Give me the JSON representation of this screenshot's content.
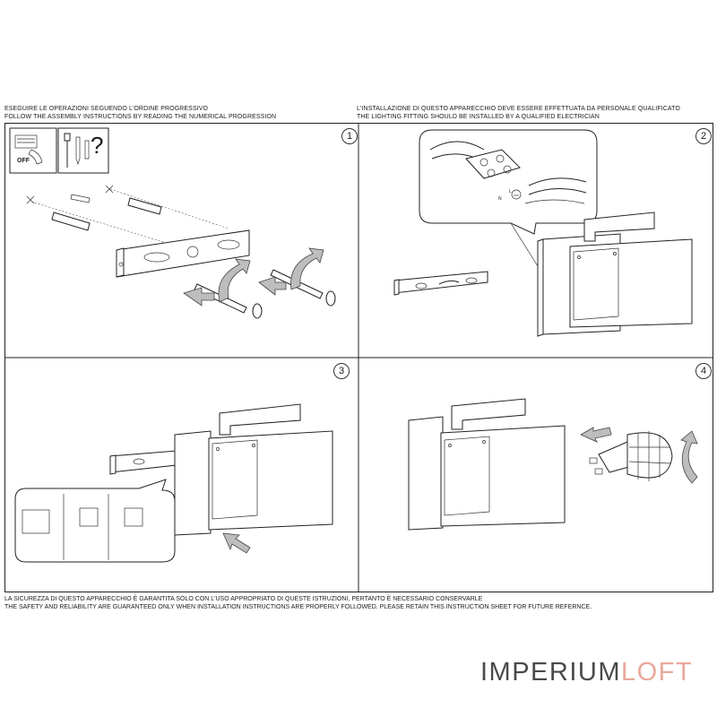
{
  "header": {
    "left": {
      "it": "ESEGUIRE LE OPERAZIONI SEGUENDO L'ORDINE PROGRESSIVO",
      "en": "FOLLOW THE ASSEMBLY INSTRUCTIONS BY READING THE NUMERICAL PROGRESSION"
    },
    "right": {
      "it": "L'INSTALLAZIONE DI QUESTO APPARECCHIO DEVE ESSERE EFFETTUATA DA PERSONALE QUALIFICATO",
      "en": "THE LIGHTING FITTING SHOULD BE INSTALLED BY A QUALIFIED ELECTRICIAN"
    }
  },
  "steps": [
    {
      "number": "1"
    },
    {
      "number": "2"
    },
    {
      "number": "3"
    },
    {
      "number": "4"
    }
  ],
  "step1": {
    "off_label": "OFF",
    "tools_symbol": "?"
  },
  "step2": {
    "terminal_symbols": [
      "L",
      "N"
    ]
  },
  "footer": {
    "it": "LA SICUREZZA DI QUESTO APPARECCHIO È GARANTITA SOLO CON L'USO APPROPRIATO DI QUESTE ISTRUZIONI, PERTANTO È NECESSARIO CONSERVARLE",
    "en": "THE SAFETY AND RELIABILITY ARE GUARANTEED ONLY WHEN INSTALLATION INSTRUCTIONS ARE PROPERLY FOLLOWED. PLEASE RETAIN THIS INSTRUCTION SHEET FOR FUTURE REFERNCE."
  },
  "brand": {
    "part1": "IMPERIUM",
    "part2": "LOFT",
    "color1": "#4a4a4a",
    "color2": "#e9a89b"
  }
}
